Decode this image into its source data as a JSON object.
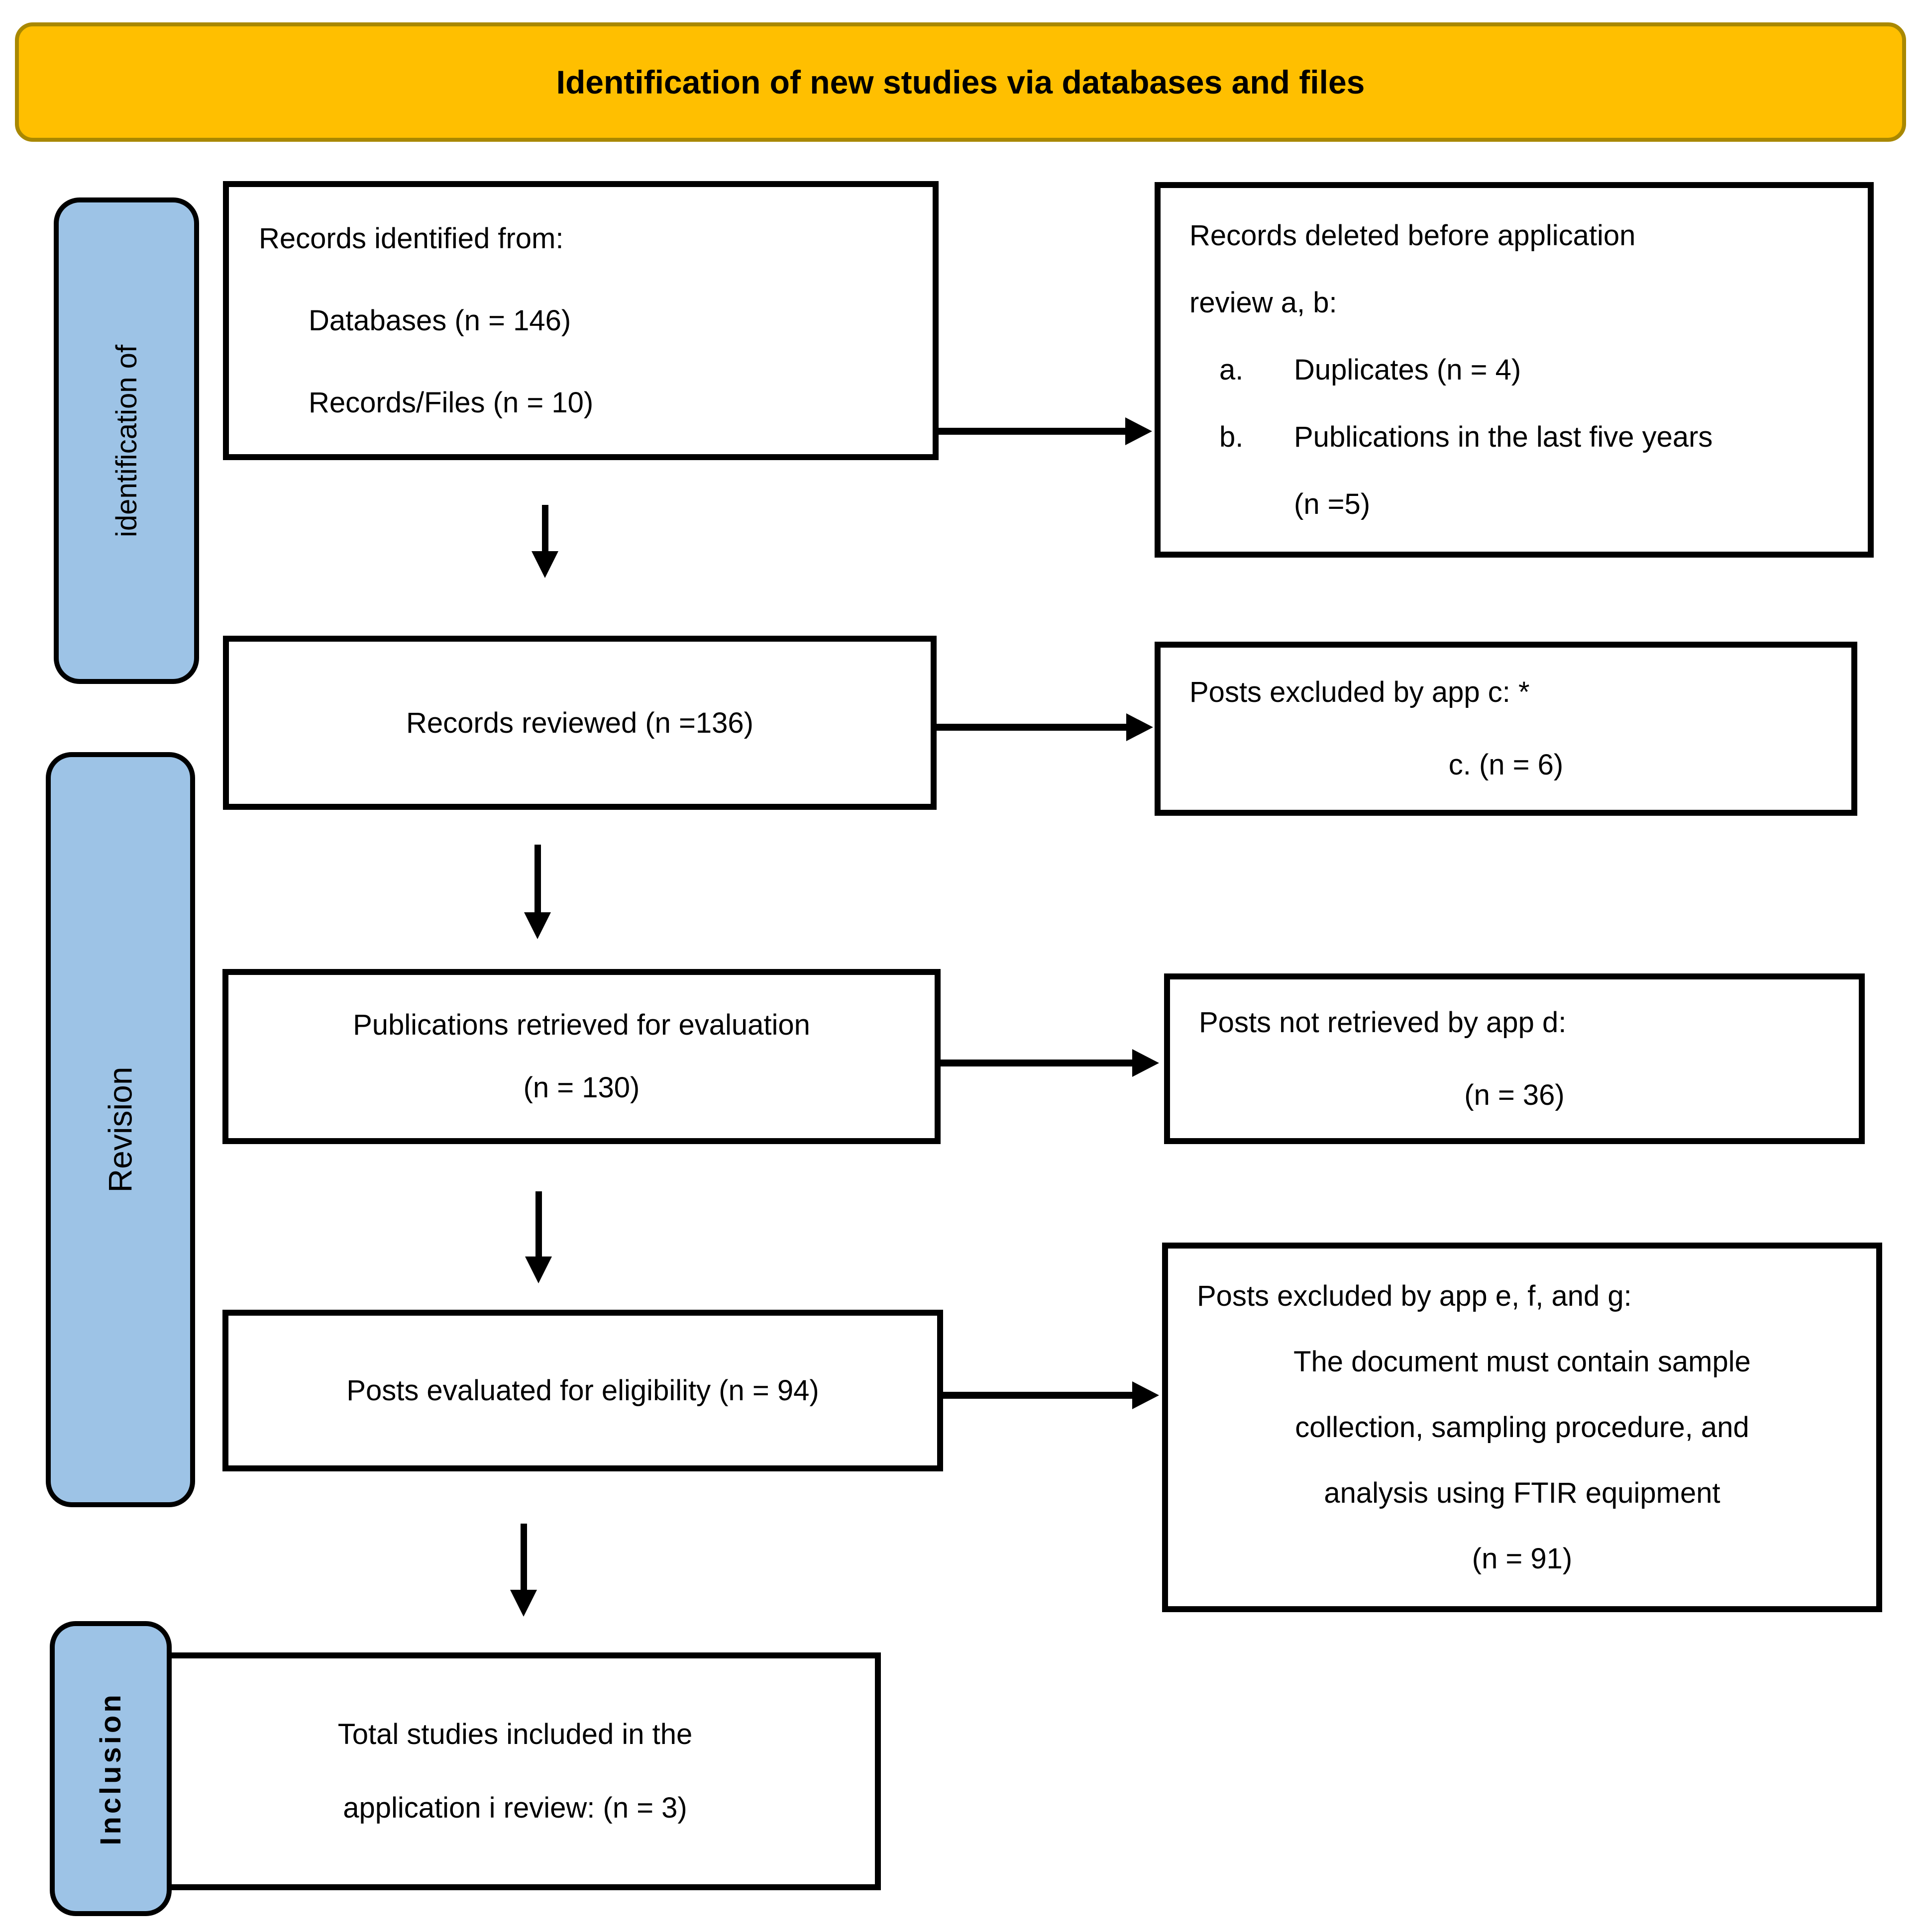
{
  "banner": {
    "title": "Identification of new studies via databases and files"
  },
  "sidebar": {
    "identification_label": "identification of",
    "revision_label": "Revision",
    "inclusion_label": "Inclusion"
  },
  "flow": {
    "records_identified": {
      "line1": "Records identified from:",
      "line2": "Databases (n = 146)",
      "line3": "Records/Files (n = 10)"
    },
    "records_reviewed": {
      "line1": "Records reviewed (n =136)"
    },
    "publications_retrieved": {
      "line1": "Publications retrieved for evaluation",
      "line2": "(n = 130)"
    },
    "posts_evaluated": {
      "line1": "Posts evaluated for eligibility (n = 94)"
    },
    "total_included": {
      "line1": "Total studies included in the",
      "line2": "application i review: (n = 3)"
    }
  },
  "exclusions": {
    "records_deleted": {
      "line1": "Records deleted before application",
      "line2": "review a, b:",
      "item_a_marker": "a.",
      "item_a_text": "Duplicates (n = 4)",
      "item_b_marker": "b.",
      "item_b_text": "Publications in the last five years",
      "item_b_cont": "(n =5)"
    },
    "posts_excluded_c": {
      "line1": "Posts excluded by app c: *",
      "line2": "c. (n = 6)"
    },
    "posts_not_retrieved": {
      "line1": "Posts not retrieved by app d:",
      "line2": "(n = 36)"
    },
    "posts_excluded_efg": {
      "line1": "Posts excluded by app e, f, and g:",
      "line2": "The document must contain sample",
      "line3": "collection, sampling procedure, and",
      "line4": "analysis using FTIR equipment",
      "line5": "(n = 91)"
    }
  },
  "colors": {
    "banner_fill": "#FFBF00",
    "banner_border": "#A98800",
    "stage_fill": "#9DC3E6",
    "box_border": "#000000",
    "text": "#000000"
  }
}
